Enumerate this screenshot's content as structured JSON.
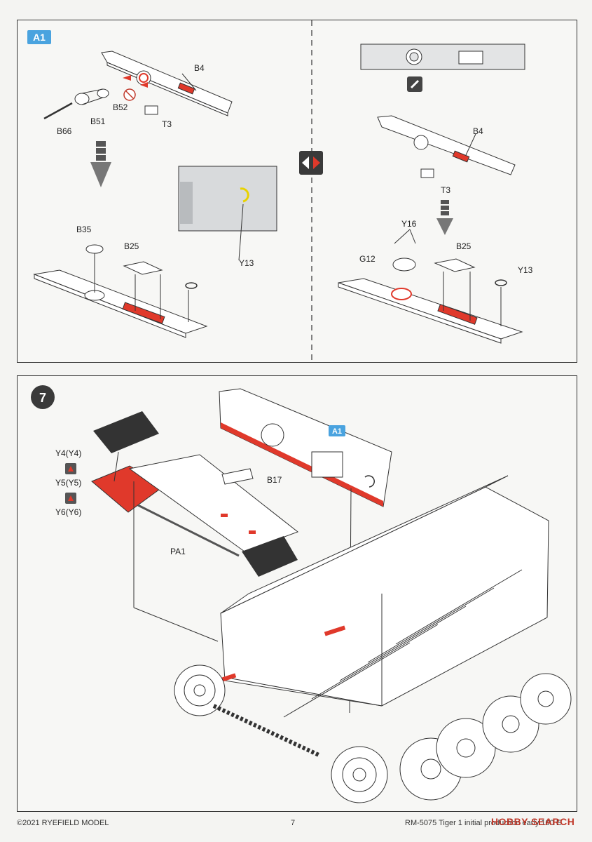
{
  "panel_a": {
    "tag": "A1",
    "left": {
      "parts": [
        "B4",
        "B52",
        "B51",
        "B66",
        "T3",
        "B35",
        "B25",
        "Y13"
      ]
    },
    "right": {
      "parts": [
        "B4",
        "T3",
        "Y16",
        "G12",
        "B25",
        "Y13"
      ]
    }
  },
  "panel_b": {
    "step": "7",
    "ref_tag": "A1",
    "parts": {
      "y4": "Y4(Y4)",
      "y5": "Y5(Y5)",
      "y6": "Y6(Y6)",
      "b17": "B17",
      "pa1": "PA1"
    }
  },
  "footer": {
    "copyright": "©2021 RYEFIELD MODEL",
    "page": "7",
    "code": "RM-5075  Tiger 1 initial production early 100 E",
    "watermark": "HOBBY SEARCH"
  },
  "colors": {
    "red": "#e0392b",
    "blue_tag": "#4aa3df",
    "photo_etch": "#333333"
  }
}
